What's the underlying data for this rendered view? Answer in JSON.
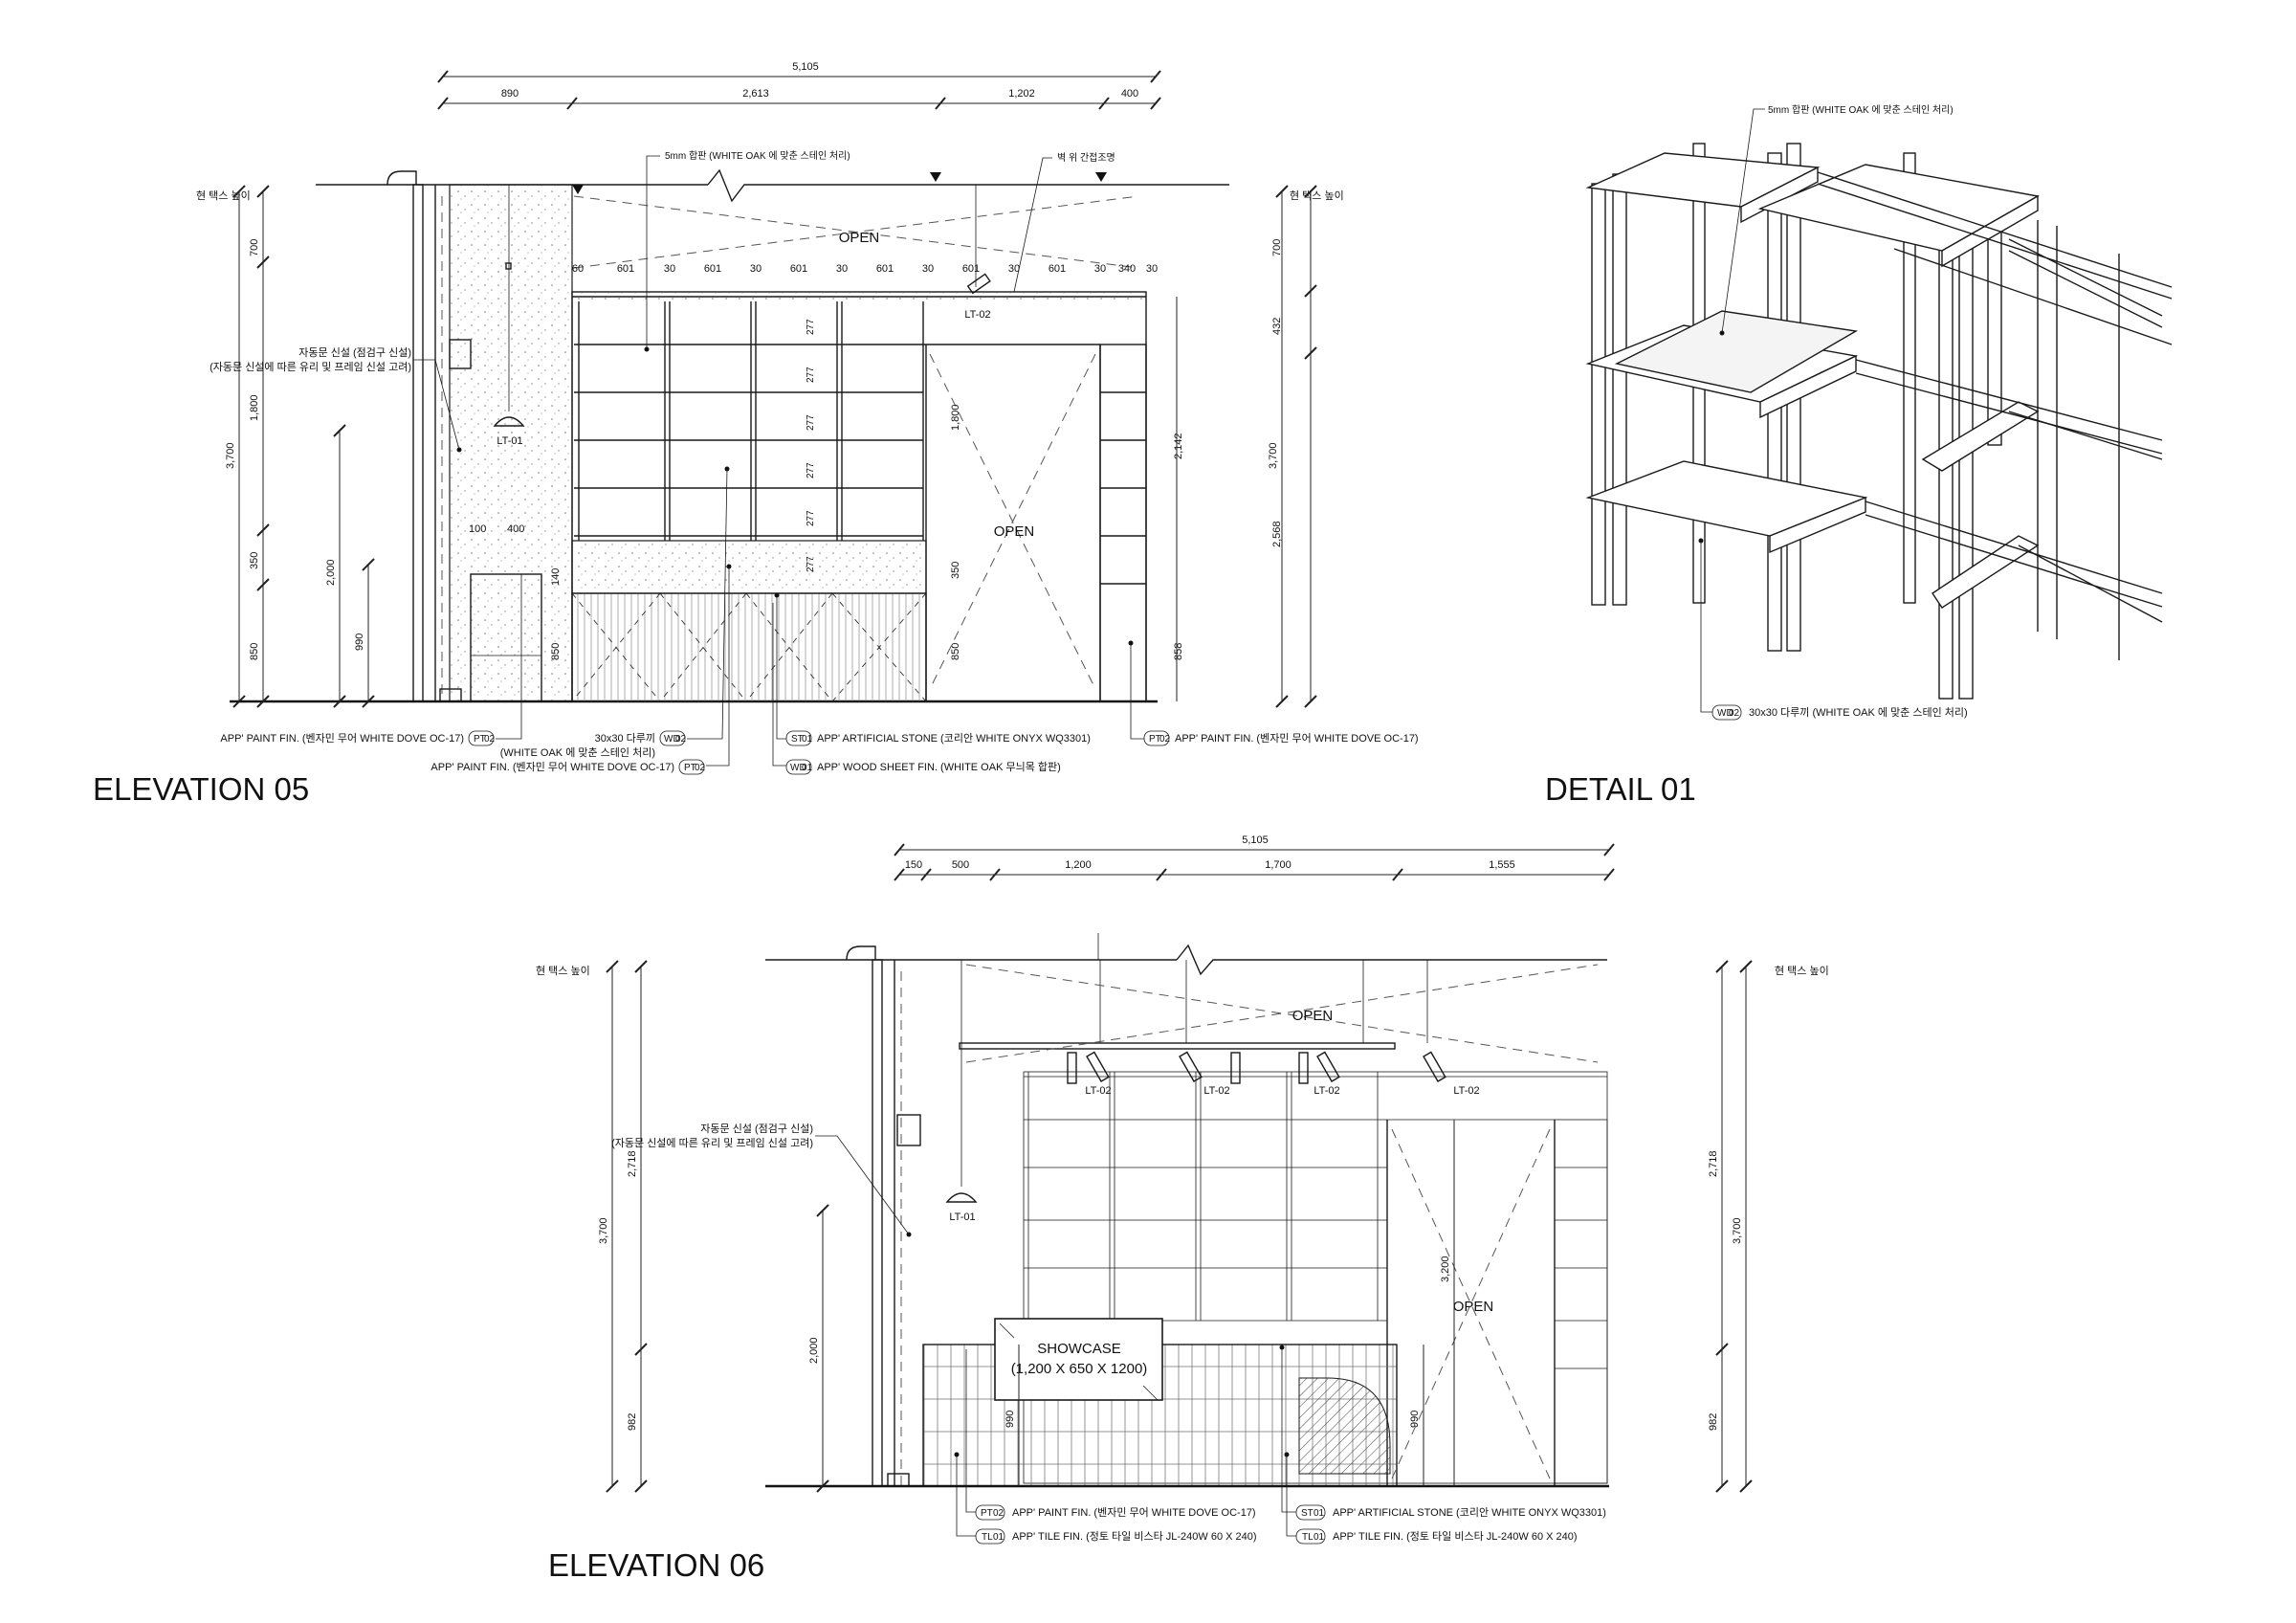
{
  "elevation05": {
    "title": "ELEVATION 05",
    "dims_top_total": "5,105",
    "dims_top": [
      "890",
      "2,613",
      "1,202",
      "400"
    ],
    "ceiling_label": "현 택스 높이",
    "ceiling_label_right": "현 택스 높이",
    "open_upper": "OPEN",
    "open_door": "OPEN",
    "note_5mm": "5mm 합판 (WHITE OAK 에 맞춘 스테인 처리)",
    "note_light": "벽 위 간접조명",
    "shelf_dims": [
      "60",
      "601",
      "30",
      "601",
      "30",
      "601",
      "30",
      "601",
      "30",
      "601",
      "30",
      "601",
      "30",
      "340",
      "30"
    ],
    "lt01": "LT-01",
    "lt02": "LT-02",
    "door_note_1": "자동문 신설 (점검구 신설)",
    "door_note_2": "(자동문 신설에 따른 유리 및 프레임 신설 고려)",
    "left_dims": [
      "700",
      "1,800",
      "3,700",
      "350",
      "850",
      "2,000",
      "990"
    ],
    "small_dims": [
      "100",
      "400",
      "140",
      "850"
    ],
    "shelf_v": [
      "277",
      "277",
      "277",
      "277",
      "277",
      "277"
    ],
    "right_dims": [
      "700",
      "432",
      "3,700",
      "2,568"
    ],
    "inner_dims": [
      "1,800",
      "350",
      "850",
      "2,142",
      "858"
    ],
    "notes": [
      {
        "tag": "PT",
        "num": "02",
        "text": "APP' PAINT FIN. (벤자민 무어 WHITE DOVE OC-17)"
      },
      {
        "tag": "WD",
        "num": "02",
        "text": "30x30 다루끼"
      },
      {
        "tag": "",
        "num": "",
        "text": "(WHITE OAK 에 맞춘 스테인 처리)"
      },
      {
        "tag": "PT",
        "num": "02",
        "text": "APP' PAINT FIN. (벤자민 무어 WHITE DOVE OC-17)"
      },
      {
        "tag": "ST",
        "num": "01",
        "text": "APP' ARTIFICIAL STONE (코리안 WHITE ONYX WQ3301)"
      },
      {
        "tag": "WD",
        "num": "01",
        "text": "APP' WOOD SHEET FIN. (WHITE OAK 무늬목 합판)"
      },
      {
        "tag": "PT",
        "num": "02",
        "text": "APP' PAINT FIN. (벤자민 무어 WHITE DOVE OC-17)"
      }
    ]
  },
  "detail01": {
    "title": "DETAIL 01",
    "note_top": "5mm 합판 (WHITE OAK 에 맞춘 스테인 처리)",
    "note_bottom_tag": "WD",
    "note_bottom_num": "02",
    "note_bottom": "30x30 다루끼 (WHITE OAK 에 맞춘 스테인 처리)"
  },
  "elevation06": {
    "title": "ELEVATION 06",
    "dims_top_total": "5,105",
    "dims_top": [
      "150",
      "500",
      "1,200",
      "1,700",
      "1,555"
    ],
    "ceiling_label": "현 택스 높이",
    "ceiling_label_right": "현 택스 높이",
    "open_upper": "OPEN",
    "open_door": "OPEN",
    "lt02": [
      "LT-02",
      "LT-02",
      "LT-02",
      "LT-02"
    ],
    "lt01": "LT-01",
    "door_note_1": "자동문 신설 (점검구 신설)",
    "door_note_2": "(자동문 신설에 따른 유리 및 프레임 신설 고려)",
    "showcase_1": "SHOWCASE",
    "showcase_2": "(1,200 X 650 X 1200)",
    "left_dims": [
      "2,718",
      "3,700",
      "2,000",
      "982"
    ],
    "inner_dims": [
      "990",
      "990",
      "3,200"
    ],
    "right_dims": [
      "2,718",
      "3,700",
      "982"
    ],
    "notes": [
      {
        "tag": "PT",
        "num": "02",
        "text": "APP' PAINT FIN. (벤자민 무어 WHITE DOVE OC-17)"
      },
      {
        "tag": "ST",
        "num": "01",
        "text": "APP' ARTIFICIAL STONE (코리안 WHITE ONYX WQ3301)"
      },
      {
        "tag": "TL",
        "num": "01",
        "text": "APP' TILE FIN. (정토 타일 비스타 JL-240W 60 X 240)"
      },
      {
        "tag": "TL",
        "num": "01",
        "text": "APP' TILE FIN. (정토 타일 비스타 JL-240W 60 X 240)"
      }
    ]
  }
}
